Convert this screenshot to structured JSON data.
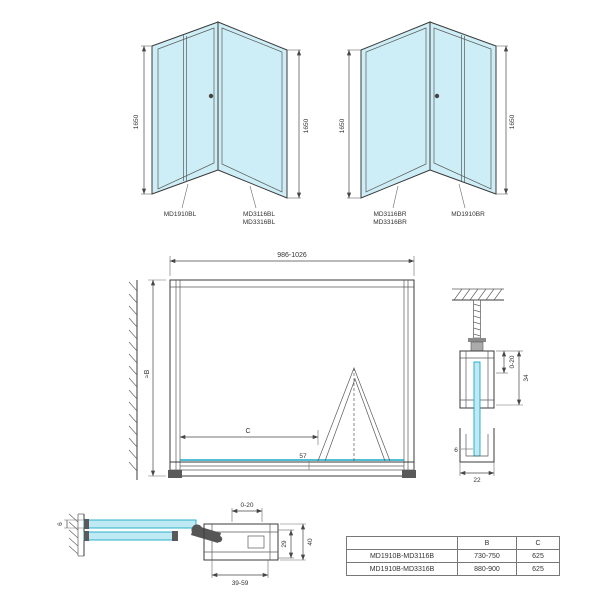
{
  "colors": {
    "glass_fill": "#cdeef6",
    "glass_edge": "#18a8c6",
    "line": "#3b3b3b"
  },
  "iso_left": {
    "height_left": "1650",
    "height_right": "1650",
    "door_label": "MD1910BL",
    "panel_label_1": "MD3116BL",
    "panel_label_2": "MD3316BL"
  },
  "iso_right": {
    "height_left": "1650",
    "height_right": "1650",
    "panel_label_1": "MD3116BR",
    "panel_label_2": "MD3316BR",
    "door_label": "MD1910BR"
  },
  "elevation": {
    "width": "986-1026",
    "height": "≈B",
    "inner_width": "C",
    "rail": "57"
  },
  "detail": {
    "adjustment": "0-20",
    "profile_depth": "34",
    "glass_thickness": "6",
    "channel_width": "22"
  },
  "plan": {
    "adjustment": "0-20",
    "depth_inner": "29",
    "depth_outer": "40",
    "range": "39-59",
    "glass_thickness": "6"
  },
  "table": {
    "headers": [
      "",
      "B",
      "C"
    ],
    "rows": [
      [
        "MD1910B-MD3116B",
        "730-750",
        "625"
      ],
      [
        "MD1910B-MD3316B",
        "880-900",
        "625"
      ]
    ]
  }
}
